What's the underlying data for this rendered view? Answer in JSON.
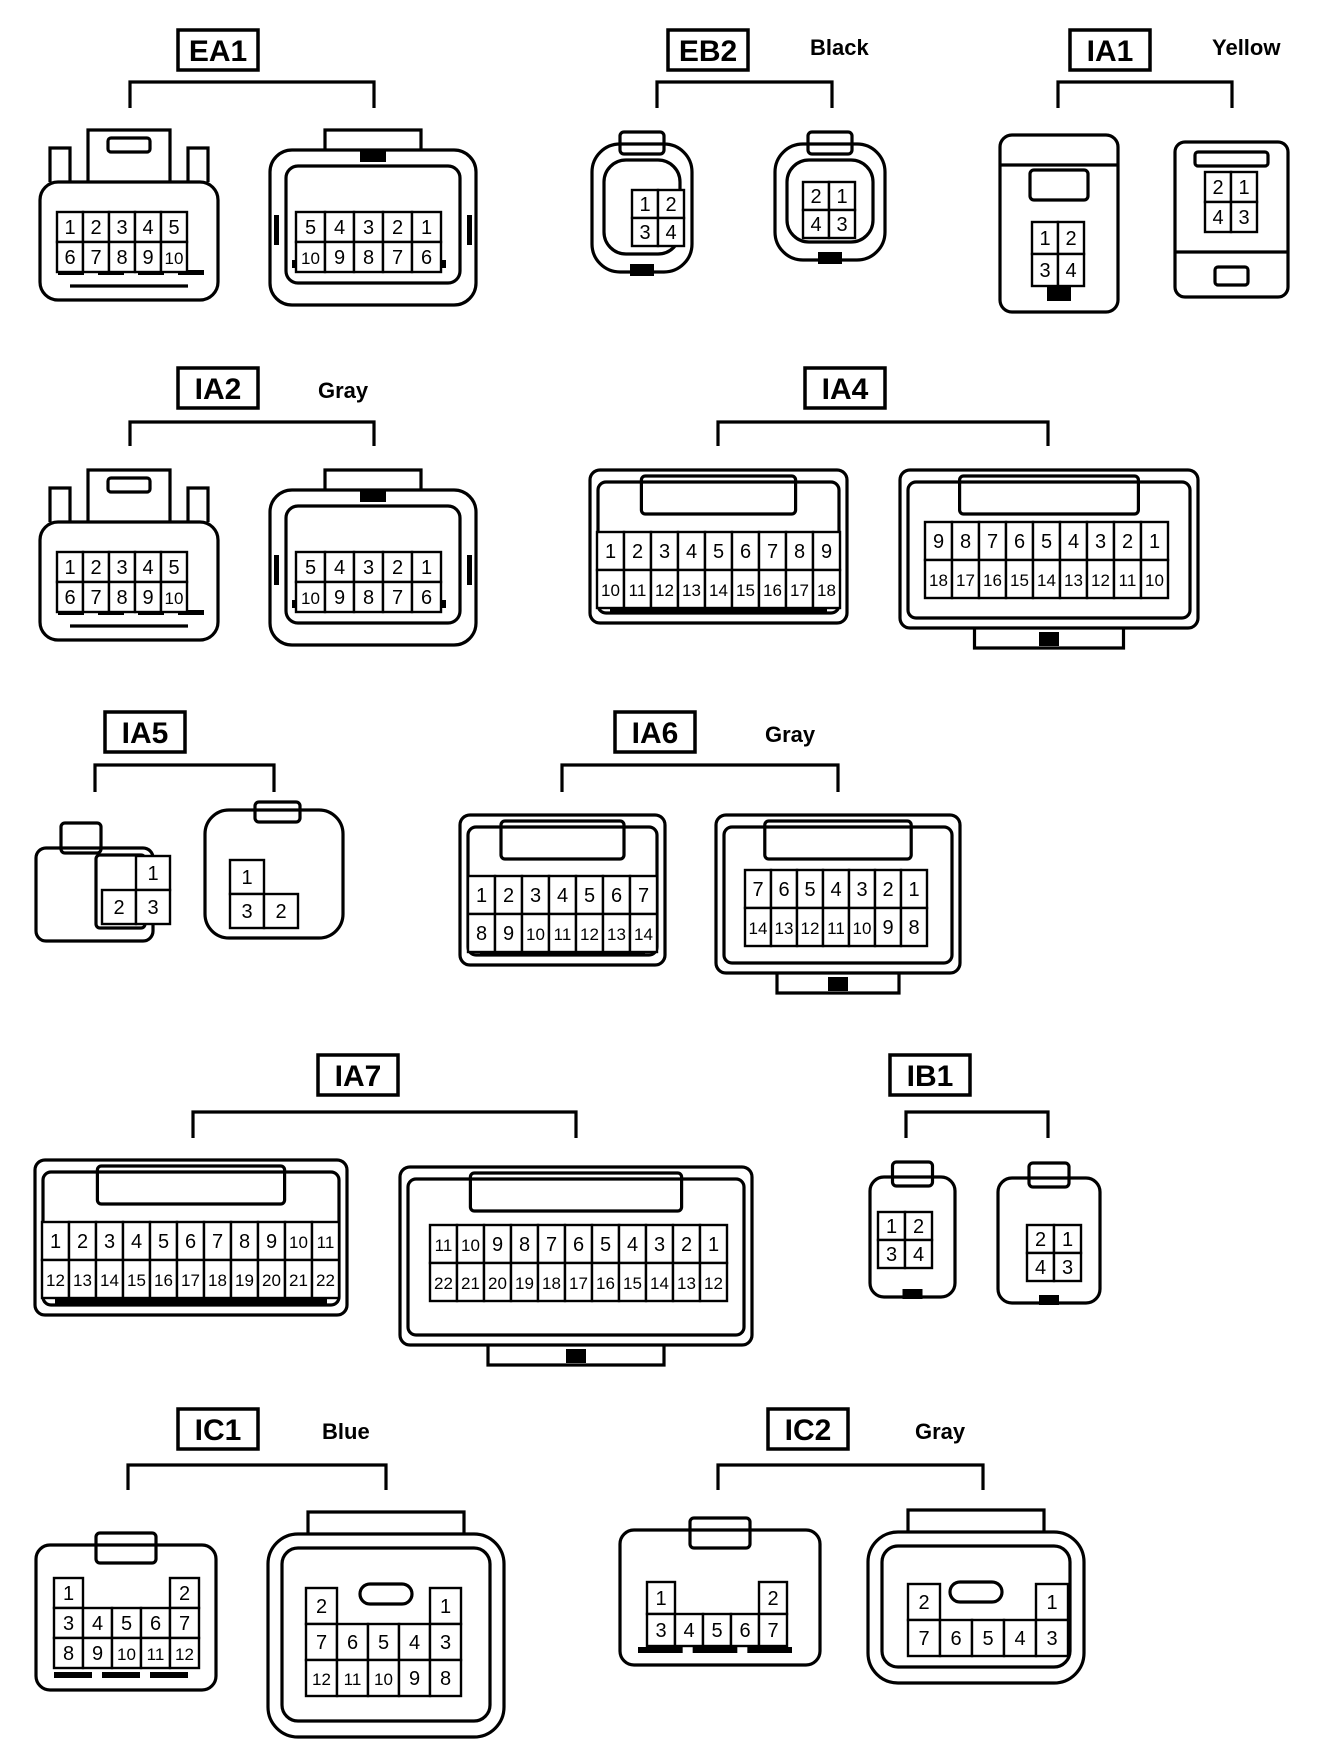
{
  "connectors": [
    {
      "id": "EA1",
      "color": "",
      "left": {
        "rows": [
          [
            "1",
            "2",
            "3",
            "4",
            "5"
          ],
          [
            "6",
            "7",
            "8",
            "9",
            "10"
          ]
        ]
      },
      "right": {
        "rows": [
          [
            "5",
            "4",
            "3",
            "2",
            "1"
          ],
          [
            "10",
            "9",
            "8",
            "7",
            "6"
          ]
        ]
      }
    },
    {
      "id": "EB2",
      "color": "Black",
      "left": {
        "rows": [
          [
            "1",
            "2"
          ],
          [
            "3",
            "4"
          ]
        ]
      },
      "right": {
        "rows": [
          [
            "2",
            "1"
          ],
          [
            "4",
            "3"
          ]
        ]
      }
    },
    {
      "id": "IA1",
      "color": "Yellow",
      "left": {
        "rows": [
          [
            "1",
            "2"
          ],
          [
            "3",
            "4"
          ]
        ]
      },
      "right": {
        "rows": [
          [
            "2",
            "1"
          ],
          [
            "4",
            "3"
          ]
        ]
      }
    },
    {
      "id": "IA2",
      "color": "Gray",
      "left": {
        "rows": [
          [
            "1",
            "2",
            "3",
            "4",
            "5"
          ],
          [
            "6",
            "7",
            "8",
            "9",
            "10"
          ]
        ]
      },
      "right": {
        "rows": [
          [
            "5",
            "4",
            "3",
            "2",
            "1"
          ],
          [
            "10",
            "9",
            "8",
            "7",
            "6"
          ]
        ]
      }
    },
    {
      "id": "IA4",
      "color": "",
      "left": {
        "rows": [
          [
            "1",
            "2",
            "3",
            "4",
            "5",
            "6",
            "7",
            "8",
            "9"
          ],
          [
            "10",
            "11",
            "12",
            "13",
            "14",
            "15",
            "16",
            "17",
            "18"
          ]
        ]
      },
      "right": {
        "rows": [
          [
            "9",
            "8",
            "7",
            "6",
            "5",
            "4",
            "3",
            "2",
            "1"
          ],
          [
            "18",
            "17",
            "16",
            "15",
            "14",
            "13",
            "12",
            "11",
            "10"
          ]
        ]
      }
    },
    {
      "id": "IA5",
      "color": "",
      "left": {
        "rows": [
          [
            "",
            "1"
          ],
          [
            "2",
            "3"
          ]
        ]
      },
      "right": {
        "rows": [
          [
            "1",
            ""
          ],
          [
            "3",
            "2"
          ]
        ]
      }
    },
    {
      "id": "IA6",
      "color": "Gray",
      "left": {
        "rows": [
          [
            "1",
            "2",
            "3",
            "4",
            "5",
            "6",
            "7"
          ],
          [
            "8",
            "9",
            "10",
            "11",
            "12",
            "13",
            "14"
          ]
        ]
      },
      "right": {
        "rows": [
          [
            "7",
            "6",
            "5",
            "4",
            "3",
            "2",
            "1"
          ],
          [
            "14",
            "13",
            "12",
            "11",
            "10",
            "9",
            "8"
          ]
        ]
      }
    },
    {
      "id": "IA7",
      "color": "",
      "left": {
        "rows": [
          [
            "1",
            "2",
            "3",
            "4",
            "5",
            "6",
            "7",
            "8",
            "9",
            "10",
            "11"
          ],
          [
            "12",
            "13",
            "14",
            "15",
            "16",
            "17",
            "18",
            "19",
            "20",
            "21",
            "22"
          ]
        ]
      },
      "right": {
        "rows": [
          [
            "11",
            "10",
            "9",
            "8",
            "7",
            "6",
            "5",
            "4",
            "3",
            "2",
            "1"
          ],
          [
            "22",
            "21",
            "20",
            "19",
            "18",
            "17",
            "16",
            "15",
            "14",
            "13",
            "12"
          ]
        ]
      }
    },
    {
      "id": "IB1",
      "color": "",
      "left": {
        "rows": [
          [
            "1",
            "2"
          ],
          [
            "3",
            "4"
          ]
        ]
      },
      "right": {
        "rows": [
          [
            "2",
            "1"
          ],
          [
            "4",
            "3"
          ]
        ]
      }
    },
    {
      "id": "IC1",
      "color": "Blue",
      "left": {
        "rows": [
          [
            "1",
            "",
            "",
            "",
            "2"
          ],
          [
            "3",
            "4",
            "5",
            "6",
            "7"
          ],
          [
            "8",
            "9",
            "10",
            "11",
            "12"
          ]
        ]
      },
      "right": {
        "rows": [
          [
            "2",
            "",
            "",
            "",
            "1"
          ],
          [
            "7",
            "6",
            "5",
            "4",
            "3"
          ],
          [
            "12",
            "11",
            "10",
            "9",
            "8"
          ]
        ]
      }
    },
    {
      "id": "IC2",
      "color": "Gray",
      "left": {
        "rows": [
          [
            "1",
            "",
            "",
            "",
            "2"
          ],
          [
            "3",
            "4",
            "5",
            "6",
            "7"
          ]
        ]
      },
      "right": {
        "rows": [
          [
            "2",
            "",
            "",
            "",
            "1"
          ],
          [
            "7",
            "6",
            "5",
            "4",
            "3"
          ]
        ]
      }
    }
  ]
}
